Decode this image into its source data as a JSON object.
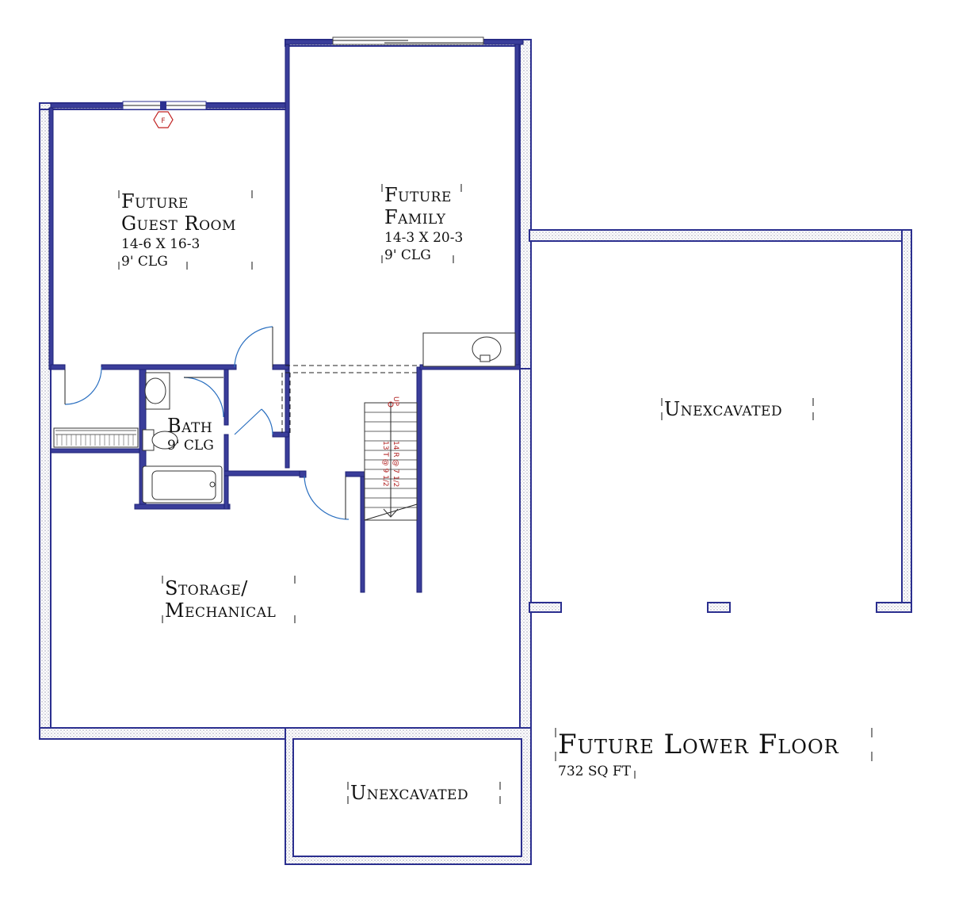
{
  "plan": {
    "title": "Future Lower Floor",
    "area": "732 SQ FT",
    "rooms": {
      "guest": {
        "name1": "Future",
        "name2": "Guest Room",
        "dims": "14-6 X 16-3",
        "ceiling": "9' CLG"
      },
      "family": {
        "name1": "Future",
        "name2": "Family",
        "dims": "14-3 X 20-3",
        "ceiling": "9' CLG"
      },
      "bath": {
        "name": "Bath",
        "ceiling": "9' CLG"
      },
      "storage": {
        "name1": "Storage/",
        "name2": "Mechanical"
      },
      "unexcavated_right": {
        "name": "Unexcavated"
      },
      "unexcavated_bottom": {
        "name": "Unexcavated"
      }
    },
    "stairs": {
      "up": "UP",
      "risers": "14 R @ 7 1/2",
      "treads": "13 T @ 9 1/2"
    },
    "fireplace_tag": "F",
    "colors": {
      "wall": "#2b2f8f",
      "door_swing": "#2a6fc0",
      "stair_text": "#b02020"
    }
  }
}
